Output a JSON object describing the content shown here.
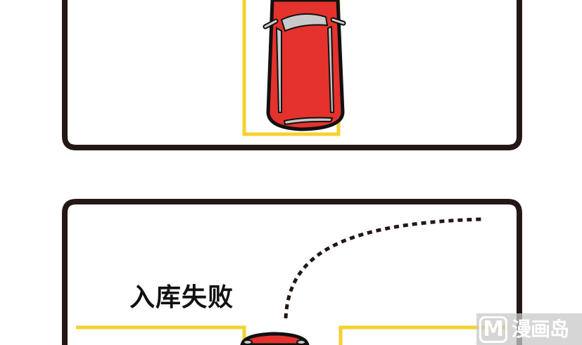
{
  "panels": {
    "bottom": {
      "caption": "入库失败"
    }
  },
  "watermark": {
    "logo_letter": "M",
    "text": "漫画岛"
  },
  "colors": {
    "frame": "#231815",
    "parking_line": "#F5D130",
    "car_body": "#E5322D",
    "car_glass": "#C9C9C9"
  }
}
